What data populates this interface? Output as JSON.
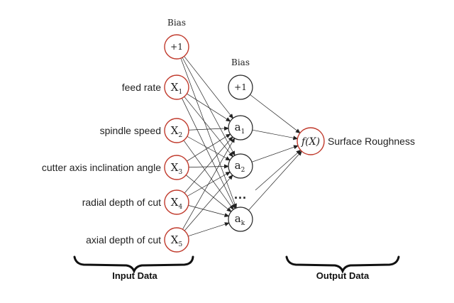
{
  "input_layer": {
    "bias_title": "Bias",
    "bias_node": "+1",
    "nodes": [
      {
        "label": "feed rate",
        "symbol": "X",
        "subscript": "1"
      },
      {
        "label": "spindle speed",
        "symbol": "X",
        "subscript": "2"
      },
      {
        "label": "cutter axis inclination angle",
        "symbol": "X",
        "subscript": "3"
      },
      {
        "label": "radial depth of cut",
        "symbol": "X",
        "subscript": "4"
      },
      {
        "label": "axial depth of cut",
        "symbol": "X",
        "subscript": "5"
      }
    ],
    "group_label": "Input Data"
  },
  "hidden_layer": {
    "bias_title": "Bias",
    "bias_node": "+1",
    "nodes": [
      {
        "symbol": "a",
        "subscript": "1"
      },
      {
        "symbol": "a",
        "subscript": "2"
      },
      {
        "symbol": "a",
        "subscript": "k"
      }
    ],
    "ellipsis": "..."
  },
  "output_layer": {
    "node": "f(X)",
    "label": "Surface Roughness",
    "group_label": "Output Data"
  },
  "colors": {
    "input_node_stroke": "#c0392b",
    "hidden_node_stroke": "#222222",
    "output_node_stroke": "#c0392b",
    "edge": "#222222"
  }
}
